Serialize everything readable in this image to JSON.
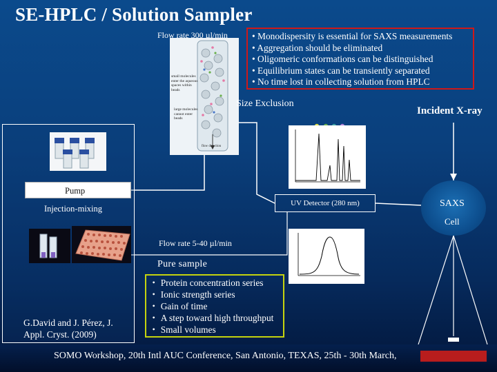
{
  "title": "SE-HPLC / Solution Sampler",
  "flow_top": "Flow rate 300 µl/min",
  "bullets_red": [
    "• Monodispersity is essential for SAXS measurements",
    "• Aggregation should be eliminated",
    "• Oligomeric conformations can be distinguished",
    "• Equilibrium states can be transiently separated",
    "• No time lost in collecting solution from HPLC"
  ],
  "column_labels": {
    "small": "small molecules enter the aqueous spaces within beads",
    "large": "large molecules cannot enter beads",
    "flow": "flow direction"
  },
  "size_exclusion": "Size Exclusion",
  "incident": "Incident X-ray",
  "pump": "Pump",
  "injection": "Injection-mixing",
  "uv_detector": "UV Detector (280 nm)",
  "flow_bottom": "Flow rate 5-40 µl/min",
  "pure_sample": "Pure sample",
  "bullets_yellow": [
    "・ Protein concentration series",
    "・ Ionic strength series",
    "・ Gain of time",
    "・ A step toward high throughput",
    "・ Small volumes"
  ],
  "saxs": "SAXS",
  "cell": "Cell",
  "credit": [
    "G.David and  J. Pérez, J.",
    "Appl. Cryst. (2009)"
  ],
  "footer": "SOMO Workshop, 20th Intl AUC Conference,  San Antonio, TEXAS, 25th - 30th March,",
  "colors": {
    "red_box": "#d01818",
    "yellow_box": "#c6d40e",
    "footer_red": "#b81d1d"
  }
}
